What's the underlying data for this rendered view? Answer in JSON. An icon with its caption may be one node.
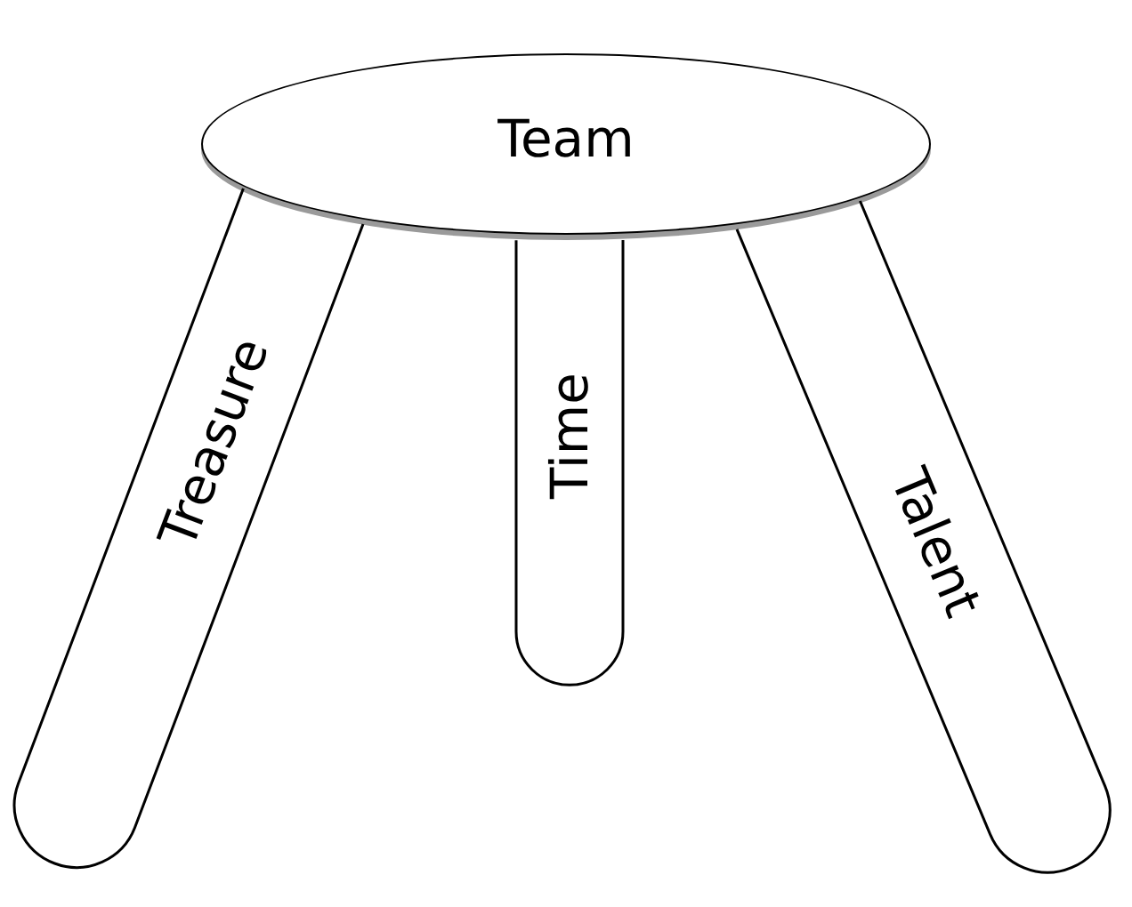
{
  "diagram": {
    "nodes": [
      {
        "text": [
          "Team"
        ]
      },
      {
        "text": [
          "Treasure"
        ]
      },
      {
        "text": [
          "Time"
        ]
      },
      {
        "text": [
          "Talent"
        ]
      }
    ]
  }
}
